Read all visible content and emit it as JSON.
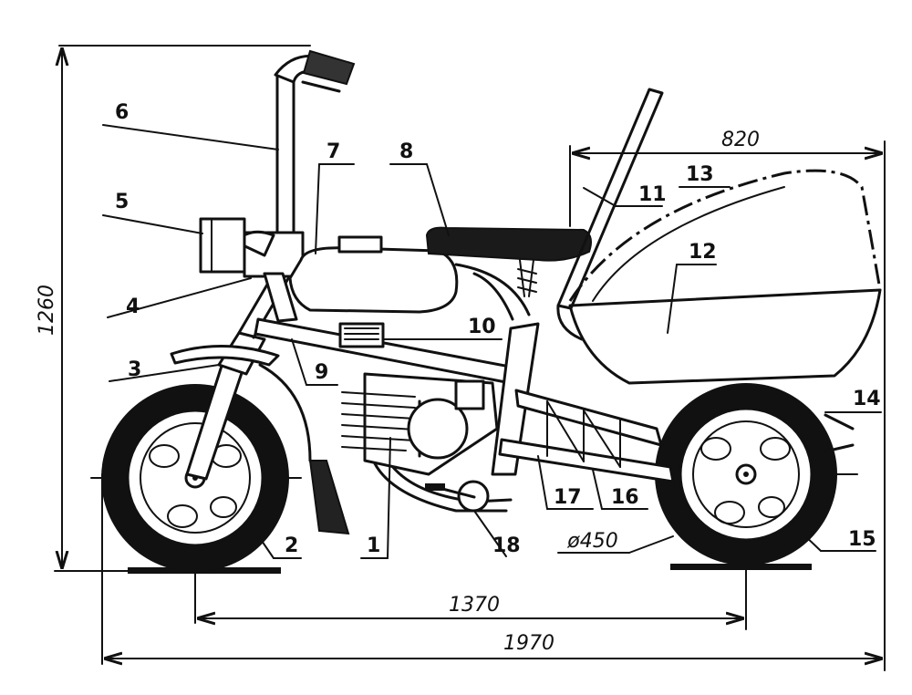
{
  "dimensions": {
    "height": "1260",
    "top_width": "820",
    "wheelbase": "1370",
    "length": "1970",
    "wheel_diameter": "ø450"
  },
  "callouts": [
    "1",
    "2",
    "3",
    "4",
    "5",
    "6",
    "7",
    "8",
    "9",
    "10",
    "11",
    "12",
    "13",
    "14",
    "15",
    "16",
    "17",
    "18"
  ]
}
